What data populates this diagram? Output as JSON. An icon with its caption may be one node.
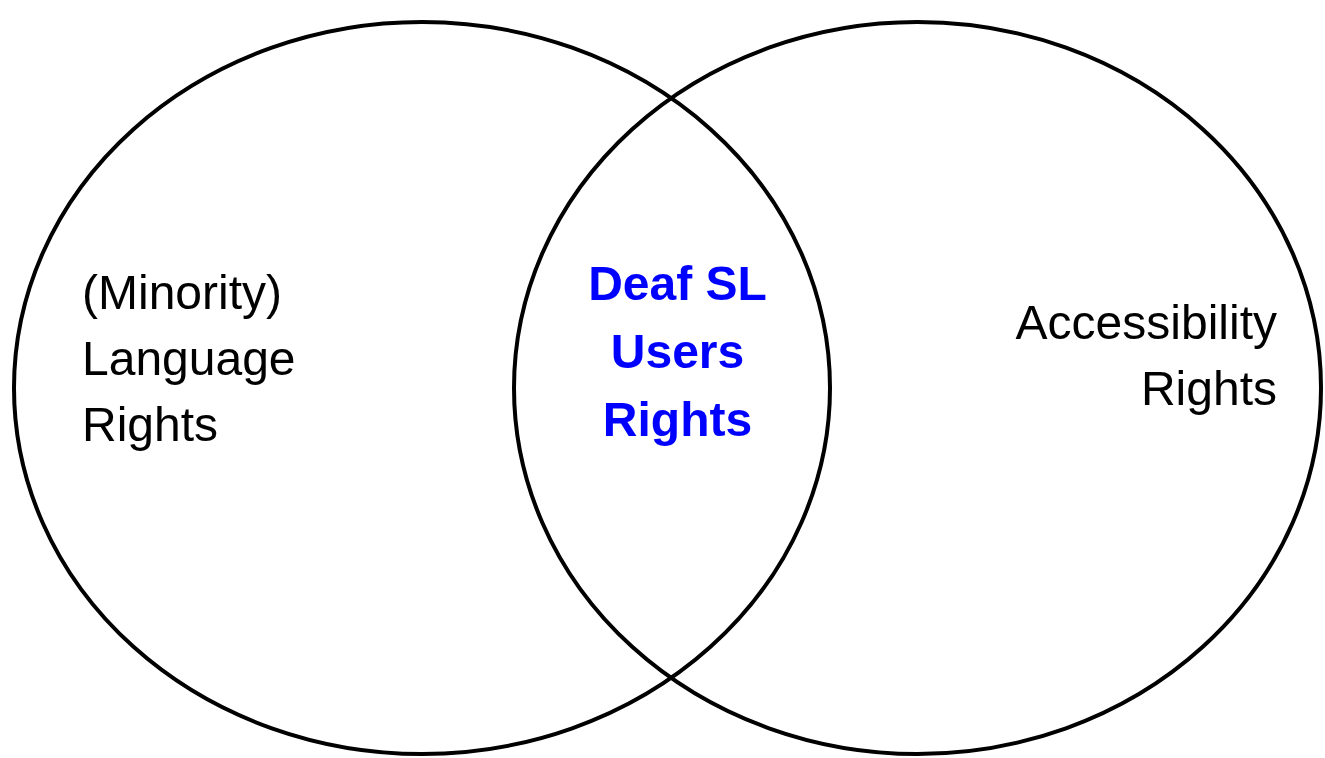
{
  "diagram": {
    "nodes": [
      {
        "text": [
          "(Minority) Language Rights"
        ]
      },
      {
        "text": [
          "Accessibility Rights"
        ]
      }
    ],
    "labels": [
      "Deaf SL Users Rights"
    ]
  }
}
